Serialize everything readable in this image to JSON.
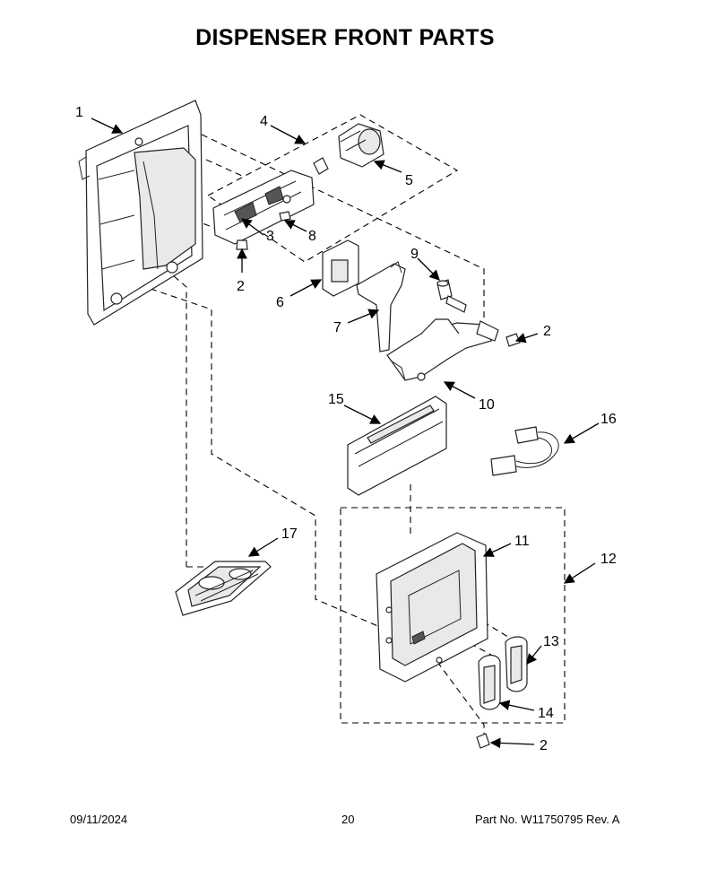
{
  "title": "DISPENSER FRONT PARTS",
  "callouts": {
    "c1": "1",
    "c2a": "2",
    "c2b": "2",
    "c2c": "2",
    "c3": "3",
    "c4": "4",
    "c5": "5",
    "c6": "6",
    "c7": "7",
    "c8": "8",
    "c9": "9",
    "c10": "10",
    "c11": "11",
    "c12": "12",
    "c13": "13",
    "c14": "14",
    "c15": "15",
    "c16": "16",
    "c17": "17"
  },
  "footer": {
    "date": "09/11/2024",
    "page": "20",
    "part_no": "Part No.  W11750795  Rev.  A"
  }
}
